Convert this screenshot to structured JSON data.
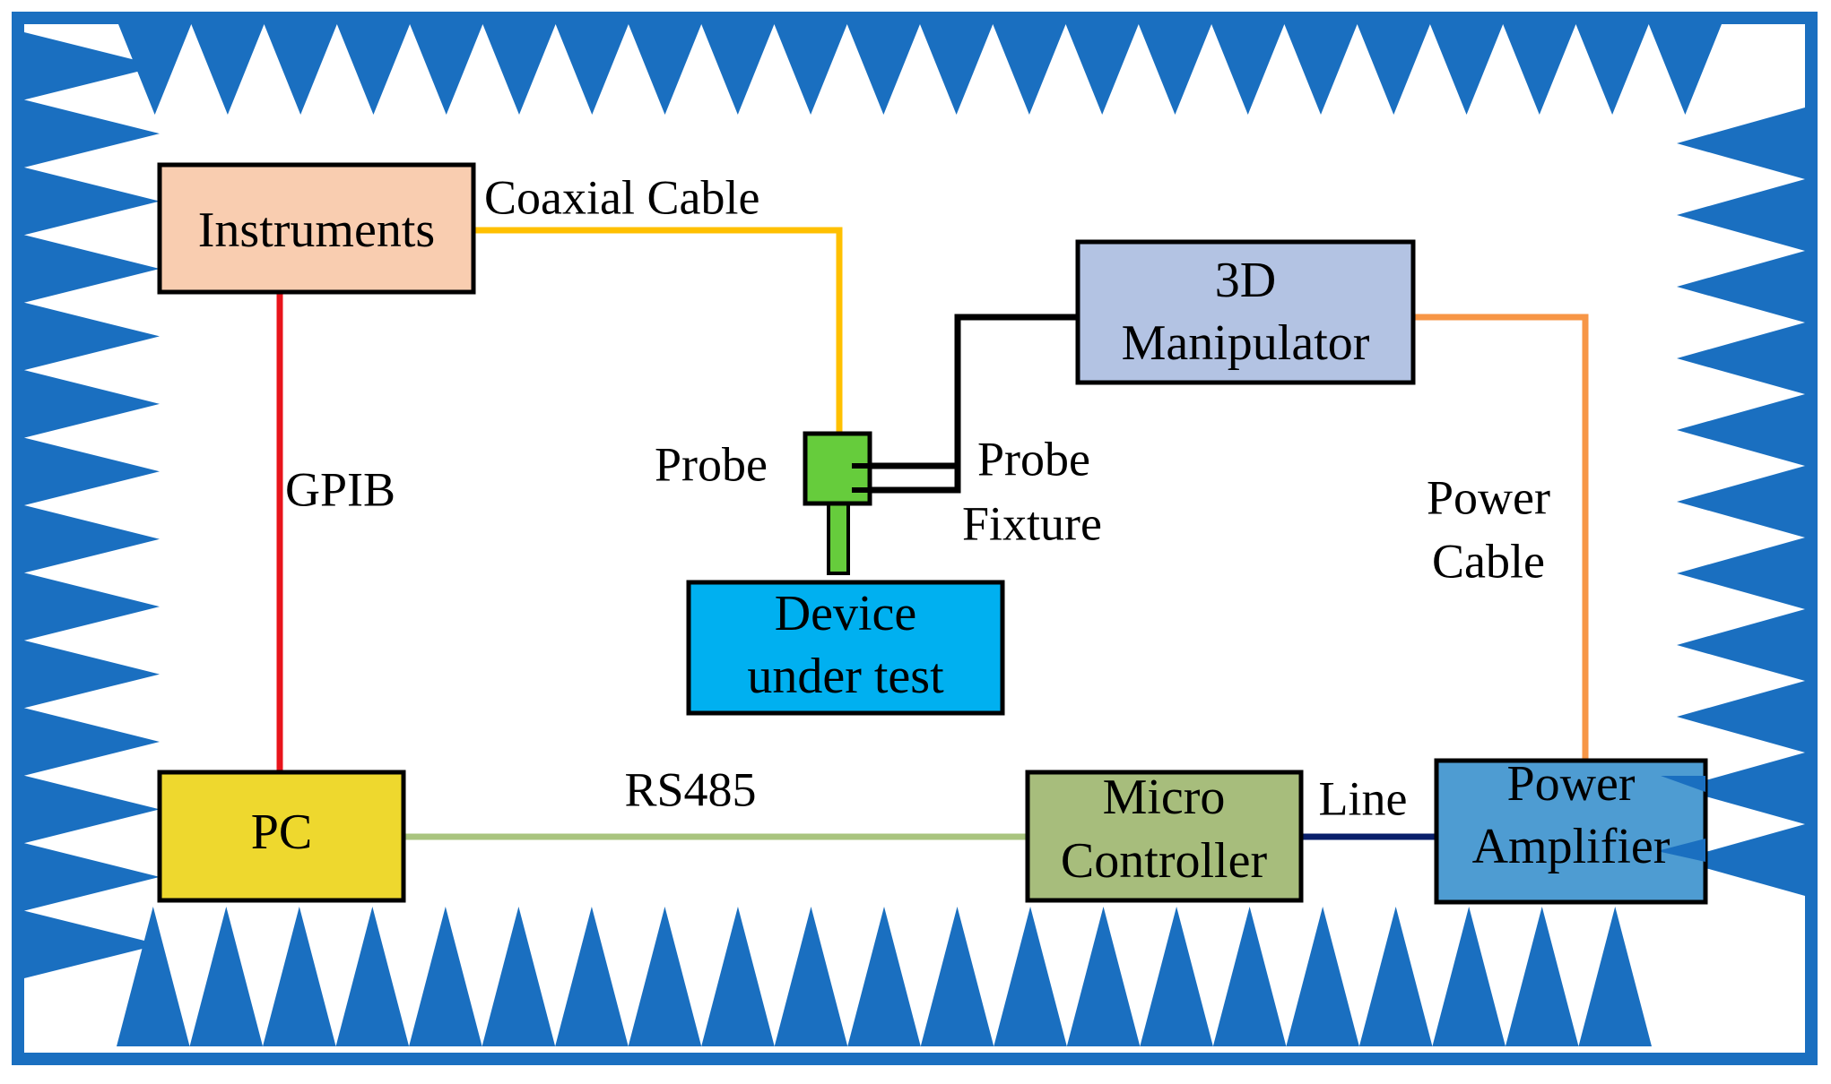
{
  "colors": {
    "absorber": "#1A6FC0",
    "frame": "#1A6FC0",
    "instruments_fill": "#F9CDB0",
    "manipulator_fill": "#B3C3E3",
    "dut_fill": "#00B0F0",
    "pc_fill": "#EED82E",
    "micro_fill": "#A7BD7C",
    "amplifier_fill": "#4E9CD2",
    "probe_fill": "#66CC3C",
    "coax_cable": "#FFC000",
    "gpib_cable": "#E8141B",
    "power_cable": "#F79646",
    "rs485_cable": "#A9C47F",
    "line_cable": "#0A1F6B",
    "fixture_cable": "#000000"
  },
  "blocks": {
    "instruments": "Instruments",
    "manipulator_line1": "3D",
    "manipulator_line2": "Manipulator",
    "dut_line1": "Device",
    "dut_line2": "under test",
    "pc": "PC",
    "micro_line1": "Micro",
    "micro_line2": "Controller",
    "amplifier_line1": "Power",
    "amplifier_line2": "Amplifier"
  },
  "labels": {
    "coaxial_cable": "Coaxial Cable",
    "gpib": "GPIB",
    "probe": "Probe",
    "probe_fixture_line1": "Probe",
    "probe_fixture_line2": "Fixture",
    "power_cable_line1": "Power",
    "power_cable_line2": "Cable",
    "rs485": "RS485",
    "line": "Line"
  }
}
